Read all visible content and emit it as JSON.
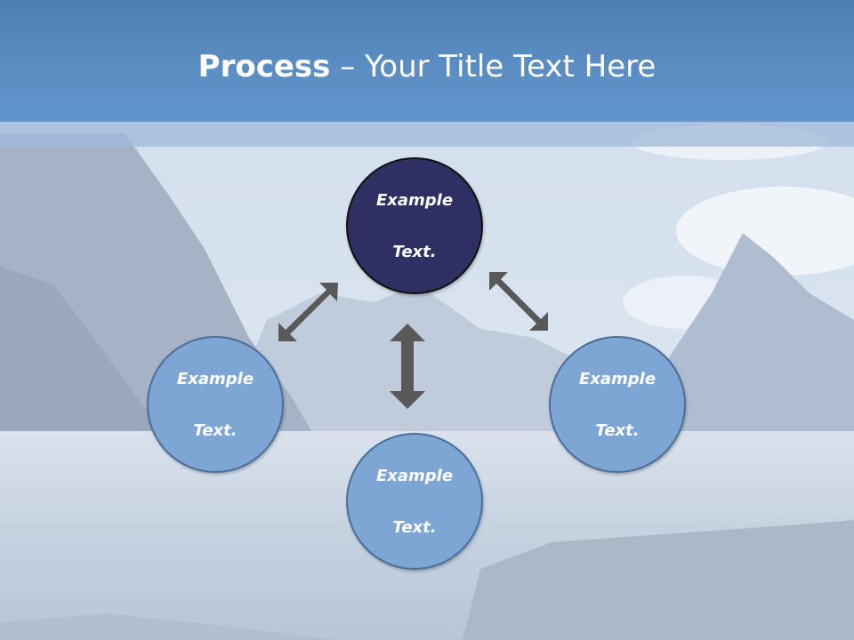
{
  "slide": {
    "title_bold": "Process",
    "title_sep": " – ",
    "title_rest": "Your Title Text Here"
  },
  "nodes": {
    "top": {
      "line1": "Example",
      "line2": "Text."
    },
    "left": {
      "line1": "Example",
      "line2": "Text."
    },
    "right": {
      "line1": "Example",
      "line2": "Text."
    },
    "bottom": {
      "line1": "Example",
      "line2": "Text."
    }
  },
  "colors": {
    "header": "#5b8dc2",
    "primary_node": "#2e2f63",
    "secondary_node": "#7ea6d4",
    "arrow": "#595959"
  }
}
